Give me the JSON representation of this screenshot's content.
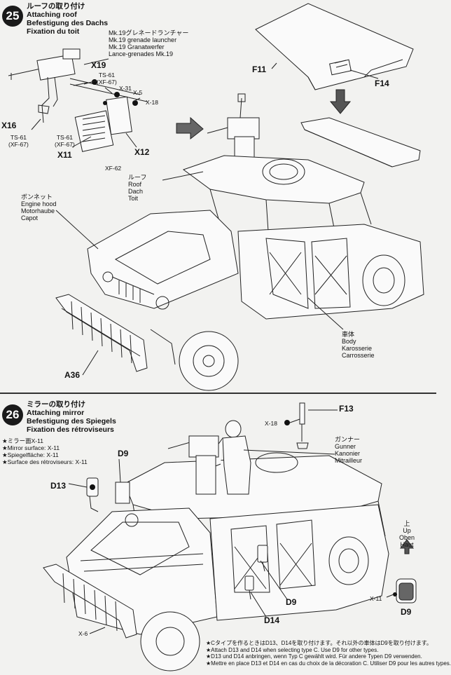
{
  "step25": {
    "number": "25",
    "titles": [
      "ルーフの取り付け",
      "Attaching roof",
      "Befestigung des Dachs",
      "Fixation du toit"
    ],
    "launcher_label": [
      "Mk.19グレネードランチャー",
      "Mk.19 grenade launcher",
      "Mk.19 Granatwerfer",
      "Lance-grenades Mk.19"
    ],
    "roof_label": [
      "ルーフ",
      "Roof",
      "Dach",
      "Toit"
    ],
    "hood_label": [
      "ボンネット",
      "Engine hood",
      "Motorhaube",
      "Capot"
    ],
    "body_label": [
      "車体",
      "Body",
      "Karosserie",
      "Carrosserie"
    ],
    "parts": {
      "x19": "X19",
      "x16": "X16",
      "x11": "X11",
      "x12": "X12",
      "f11": "F11",
      "f14": "F14",
      "a36": "A36",
      "x31": "X-31",
      "x5": "X-5",
      "x18": "X-18"
    },
    "paints": {
      "ts61_top": [
        "TS-61",
        "(XF-67)"
      ],
      "ts61_left": [
        "TS-61",
        "(XF-67)"
      ],
      "ts61_mid": [
        "TS-61",
        "(XF-67)"
      ],
      "xf62": "XF-62"
    }
  },
  "step26": {
    "number": "26",
    "titles": [
      "ミラーの取り付け",
      "Attaching mirror",
      "Befestigung des Spiegels",
      "Fixation des rétroviseurs"
    ],
    "mirror_notes": [
      "★ミラー面X-11",
      "★Mirror surface: X-11",
      "★Spiegelfläche: X-11",
      "★Surface des rétroviseurs: X-11"
    ],
    "gunner_label": [
      "ガンナー",
      "Gunner",
      "Kanonier",
      "Mitrailleur"
    ],
    "up_label": [
      "上",
      "Up",
      "Oben",
      "Haut"
    ],
    "parts": {
      "f13": "F13",
      "d9_top": "D9",
      "d13": "D13",
      "d9_right": "D9",
      "d14": "D14",
      "d9_detail": "D9",
      "x18": "X-18",
      "x6": "X-6",
      "x11": "X-11"
    },
    "footnotes": [
      "★Cタイプを作るときはD13、D14を取り付けます。それ以外の車体はD9を取り付けます。",
      "★Attach D13 and D14 when selecting type C. Use D9 for other types.",
      "★D13 und D14 anbringen, wenn Typ C gewählt wird. Für andere Typen D9 verwenden.",
      "★Mettre en place D13 et D14 en cas du choix de la décoration C. Utiliser D9 pour les autres types."
    ]
  }
}
